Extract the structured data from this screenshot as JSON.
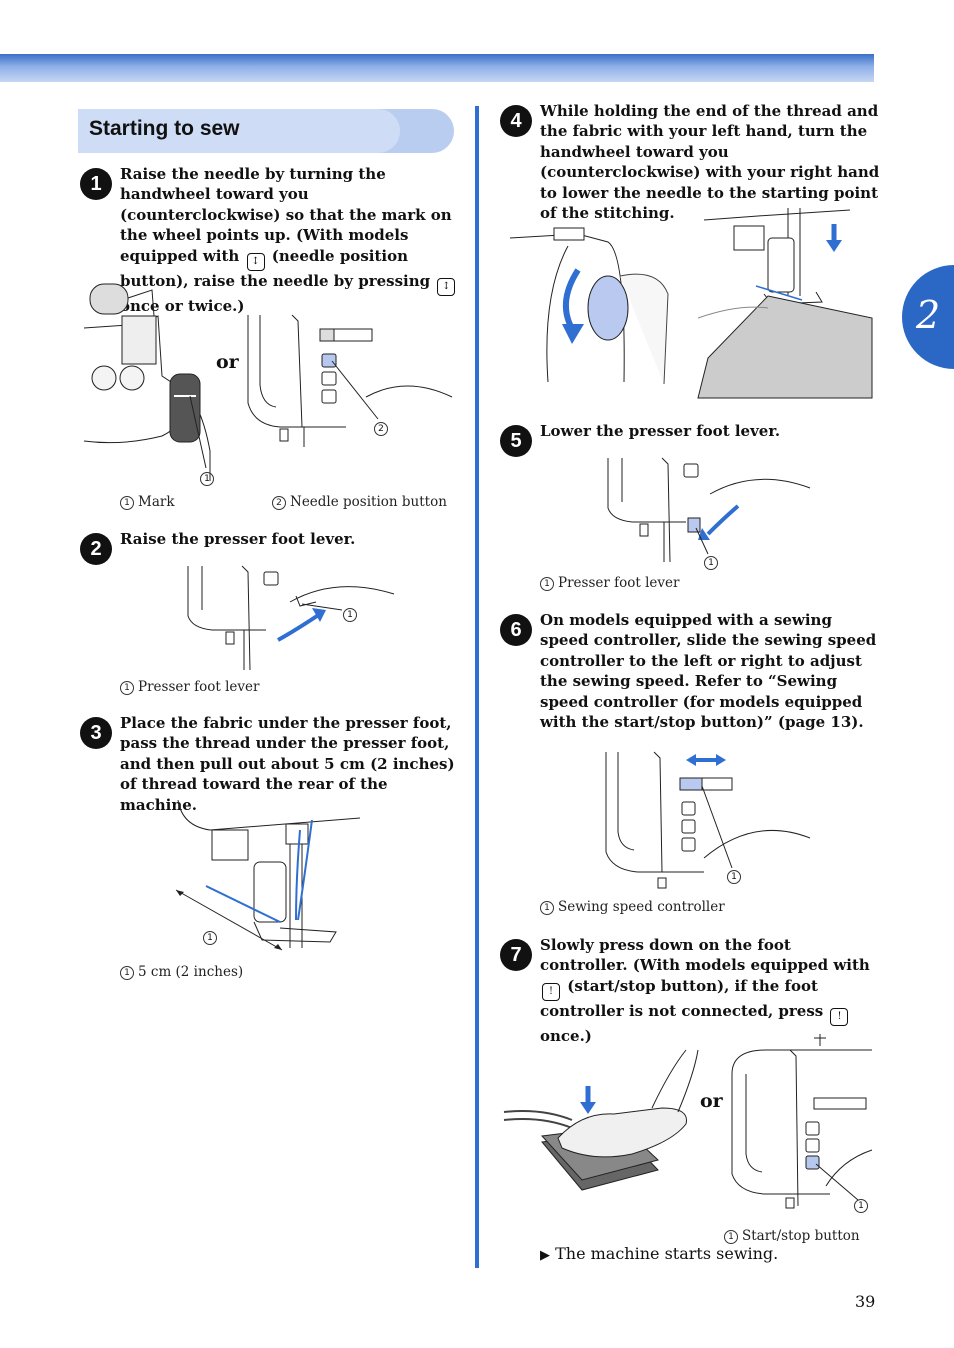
{
  "chapter_number": "2",
  "section_title": "Starting to sew",
  "steps": [
    {
      "number": "1",
      "text_a": "Raise the needle by turning the handwheel toward you (counterclockwise) so that the mark on the wheel points up. (With models equipped with",
      "text_b": "(needle position button), raise the needle by pressing",
      "text_c": "once or twice.)",
      "or": "or",
      "callout_1": "1",
      "callout_2": "2",
      "caption_1": "Mark",
      "caption_2": "Needle position button"
    },
    {
      "number": "2",
      "text": "Raise the presser foot lever.",
      "callout_1": "1",
      "caption_1": "Presser foot lever"
    },
    {
      "number": "3",
      "text": "Place the fabric under the presser foot, pass the thread under the presser foot, and then pull out about 5 cm (2 inches) of thread toward the rear of the machine.",
      "callout_1": "1",
      "caption_1": "5 cm (2 inches)"
    },
    {
      "number": "4",
      "text": "While holding the end of the thread and the fabric with your left hand, turn the handwheel toward you (counterclockwise) with your right hand to lower the needle to the starting point of the stitching."
    },
    {
      "number": "5",
      "text": "Lower the presser foot lever.",
      "callout_1": "1",
      "caption_1": "Presser foot lever"
    },
    {
      "number": "6",
      "text": "On models equipped with a sewing speed controller, slide the sewing speed controller to the left or right to adjust the sewing speed. Refer to “Sewing speed controller (for models equipped with the start/stop button)” (page 13).",
      "callout_1": "1",
      "caption_1": "Sewing speed controller"
    },
    {
      "number": "7",
      "text_a": "Slowly press down on the foot controller. (With models equipped with",
      "text_b": "(start/stop button), if the foot controller is not connected, press",
      "text_c": "once.)",
      "or": "or",
      "callout_1": "1",
      "caption_1": "Start/stop button"
    }
  ],
  "result_text": "The machine starts sewing.",
  "page_number": "39",
  "icons": {
    "needle_position": "needle-position-icon",
    "start_stop": "start-stop-icon",
    "result_arrow": "triangle-right-icon"
  },
  "colors": {
    "accent_blue": "#2f6fd2",
    "header_light": "#cfdcf5"
  }
}
